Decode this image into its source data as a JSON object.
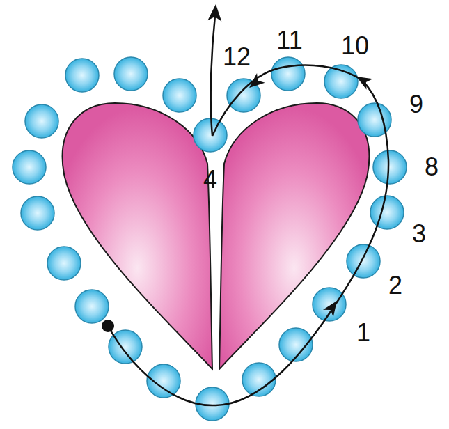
{
  "diagram": {
    "labels": [
      "12",
      "11",
      "10",
      "9",
      "8",
      "3",
      "2",
      "1",
      "4"
    ]
  }
}
